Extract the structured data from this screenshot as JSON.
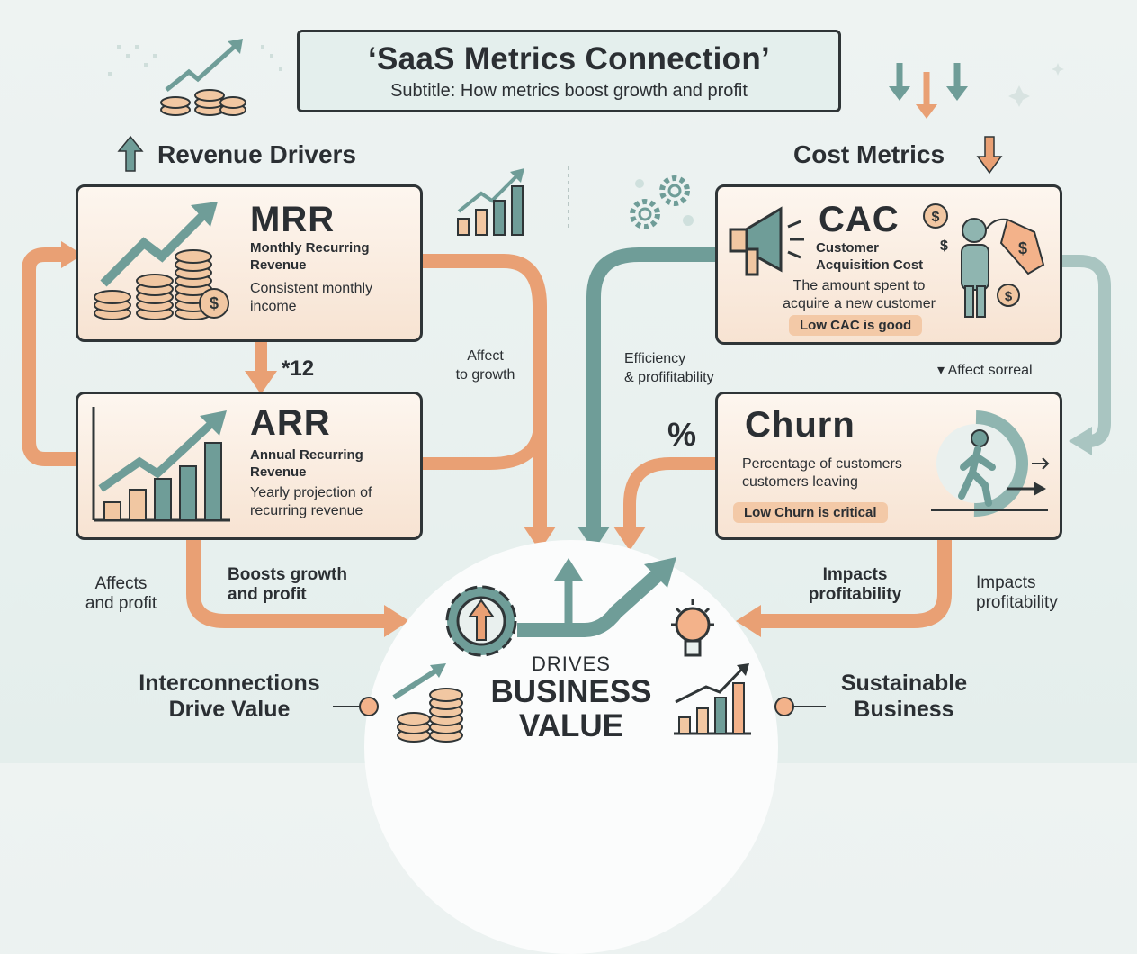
{
  "header": {
    "title": "‘SaaS Metrics Connection’",
    "subtitle": "Subtitle: How metrics boost growth and profit"
  },
  "revenue_drivers": {
    "heading": "Revenue Drivers",
    "mrr": {
      "acronym": "MRR",
      "name_line1": "Monthly Recurring",
      "name_line2": "Revenue",
      "desc_line1": "Consistent monthly",
      "desc_line2": "income"
    },
    "multiplier": "*12",
    "arr": {
      "acronym": "ARR",
      "name_line1": "Annual Recurring",
      "name_line2": "Revenue",
      "desc_line1": "Yearly projection of",
      "desc_line2": "recurring revenue"
    }
  },
  "cost_metrics": {
    "heading": "Cost Metrics",
    "cac": {
      "acronym": "CAC",
      "name_line1": "Customer",
      "name_line2": "Acquisition Cost",
      "desc_line1": "The amount spent to",
      "desc_line2": "acquire a new customer",
      "pill": "Low CAC is good"
    },
    "churn": {
      "acronym": "Churn",
      "desc_line1": "Percentage of customers",
      "desc_line2": "customers leaving",
      "pill": "Low Churn is critical",
      "percent_symbol": "%"
    }
  },
  "labels": {
    "affect_growth_line1": "Affect",
    "affect_growth_line2": "to growth",
    "efficiency_line1": "Efficiency",
    "efficiency_line2": "& profifitability",
    "affect_sorreal": "▾ Affect sorreal",
    "affects_profit_line1": "Affects",
    "affects_profit_line2": "and profit",
    "boosts_line1": "Boosts growth",
    "boosts_line2": "and profit",
    "impacts_mid_line1": "Impacts",
    "impacts_mid_line2": "profitability",
    "impacts_right_line1": "Impacts",
    "impacts_right_line2": "profitability"
  },
  "center": {
    "drives": "DRIVES",
    "business": "BUSINESS",
    "value": "VALUE"
  },
  "footer": {
    "left_line1": "Interconnections",
    "left_line2": "Drive Value",
    "right_line1": "Sustainable",
    "right_line2": "Business"
  },
  "colors": {
    "orange": "#e9a074",
    "teal": "#6f9d98",
    "dark": "#2f3537",
    "card_fill": "#f7e3d2",
    "pill": "#f3c9a7"
  }
}
